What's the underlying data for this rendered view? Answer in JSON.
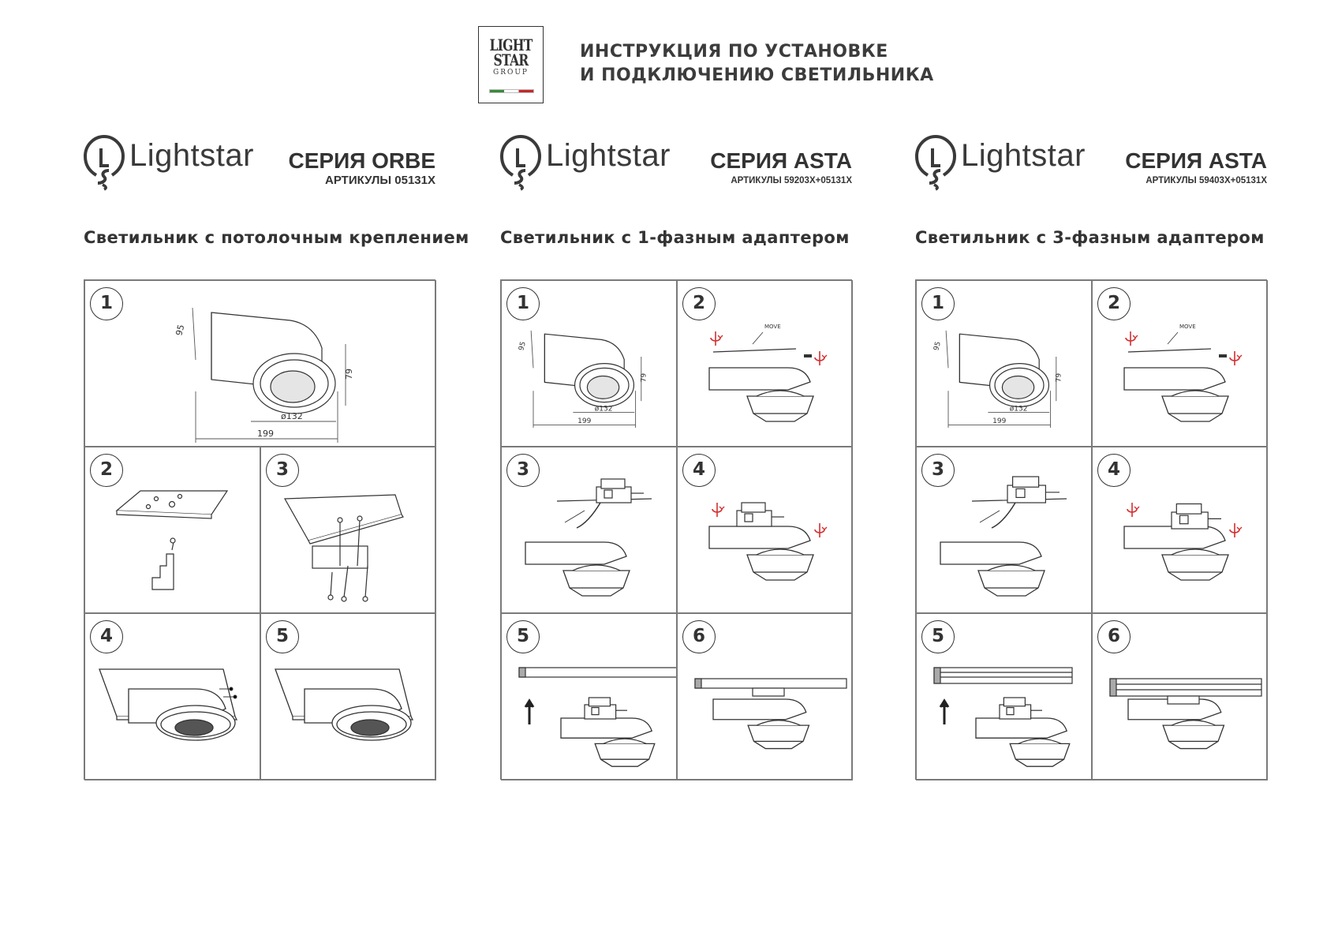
{
  "header": {
    "logo": {
      "line1": "LIGHT",
      "line2": "STAR",
      "line3": "GROUP"
    },
    "title_line1": "ИНСТРУКЦИЯ ПО УСТАНОВКЕ",
    "title_line2": "И ПОДКЛЮЧЕНИЮ СВЕТИЛЬНИКА"
  },
  "columns": [
    {
      "brand": "Lightstar",
      "series": "СЕРИЯ ORBE",
      "articles": "АРТИКУЛЫ 05131Х",
      "subtitle": "Светильник с потолочным креплением",
      "steps": [
        "1",
        "2",
        "3",
        "4",
        "5"
      ],
      "dims": {
        "h": "95",
        "d2": "79",
        "dia": "ø132",
        "len": "199"
      }
    },
    {
      "brand": "Lightstar",
      "series": "СЕРИЯ ASTA",
      "articles": "АРТИКУЛЫ 59203Х+05131Х",
      "subtitle": "Светильник с 1-фазным адаптером",
      "steps": [
        "1",
        "2",
        "3",
        "4",
        "5",
        "6"
      ],
      "dims": {
        "h": "95",
        "d2": "79",
        "dia": "ø132",
        "len": "199"
      },
      "move_label": "MOVE"
    },
    {
      "brand": "Lightstar",
      "series": "СЕРИЯ ASTA",
      "articles": "АРТИКУЛЫ 59403Х+05131Х",
      "subtitle": "Светильник с 3-фазным адаптером",
      "steps": [
        "1",
        "2",
        "3",
        "4",
        "5",
        "6"
      ],
      "dims": {
        "h": "95",
        "d2": "79",
        "dia": "ø132",
        "len": "199"
      },
      "move_label": "MOVE"
    }
  ],
  "colors": {
    "line": "#333333",
    "border": "#7a7a7a",
    "accent_red": "#d32f2f"
  }
}
